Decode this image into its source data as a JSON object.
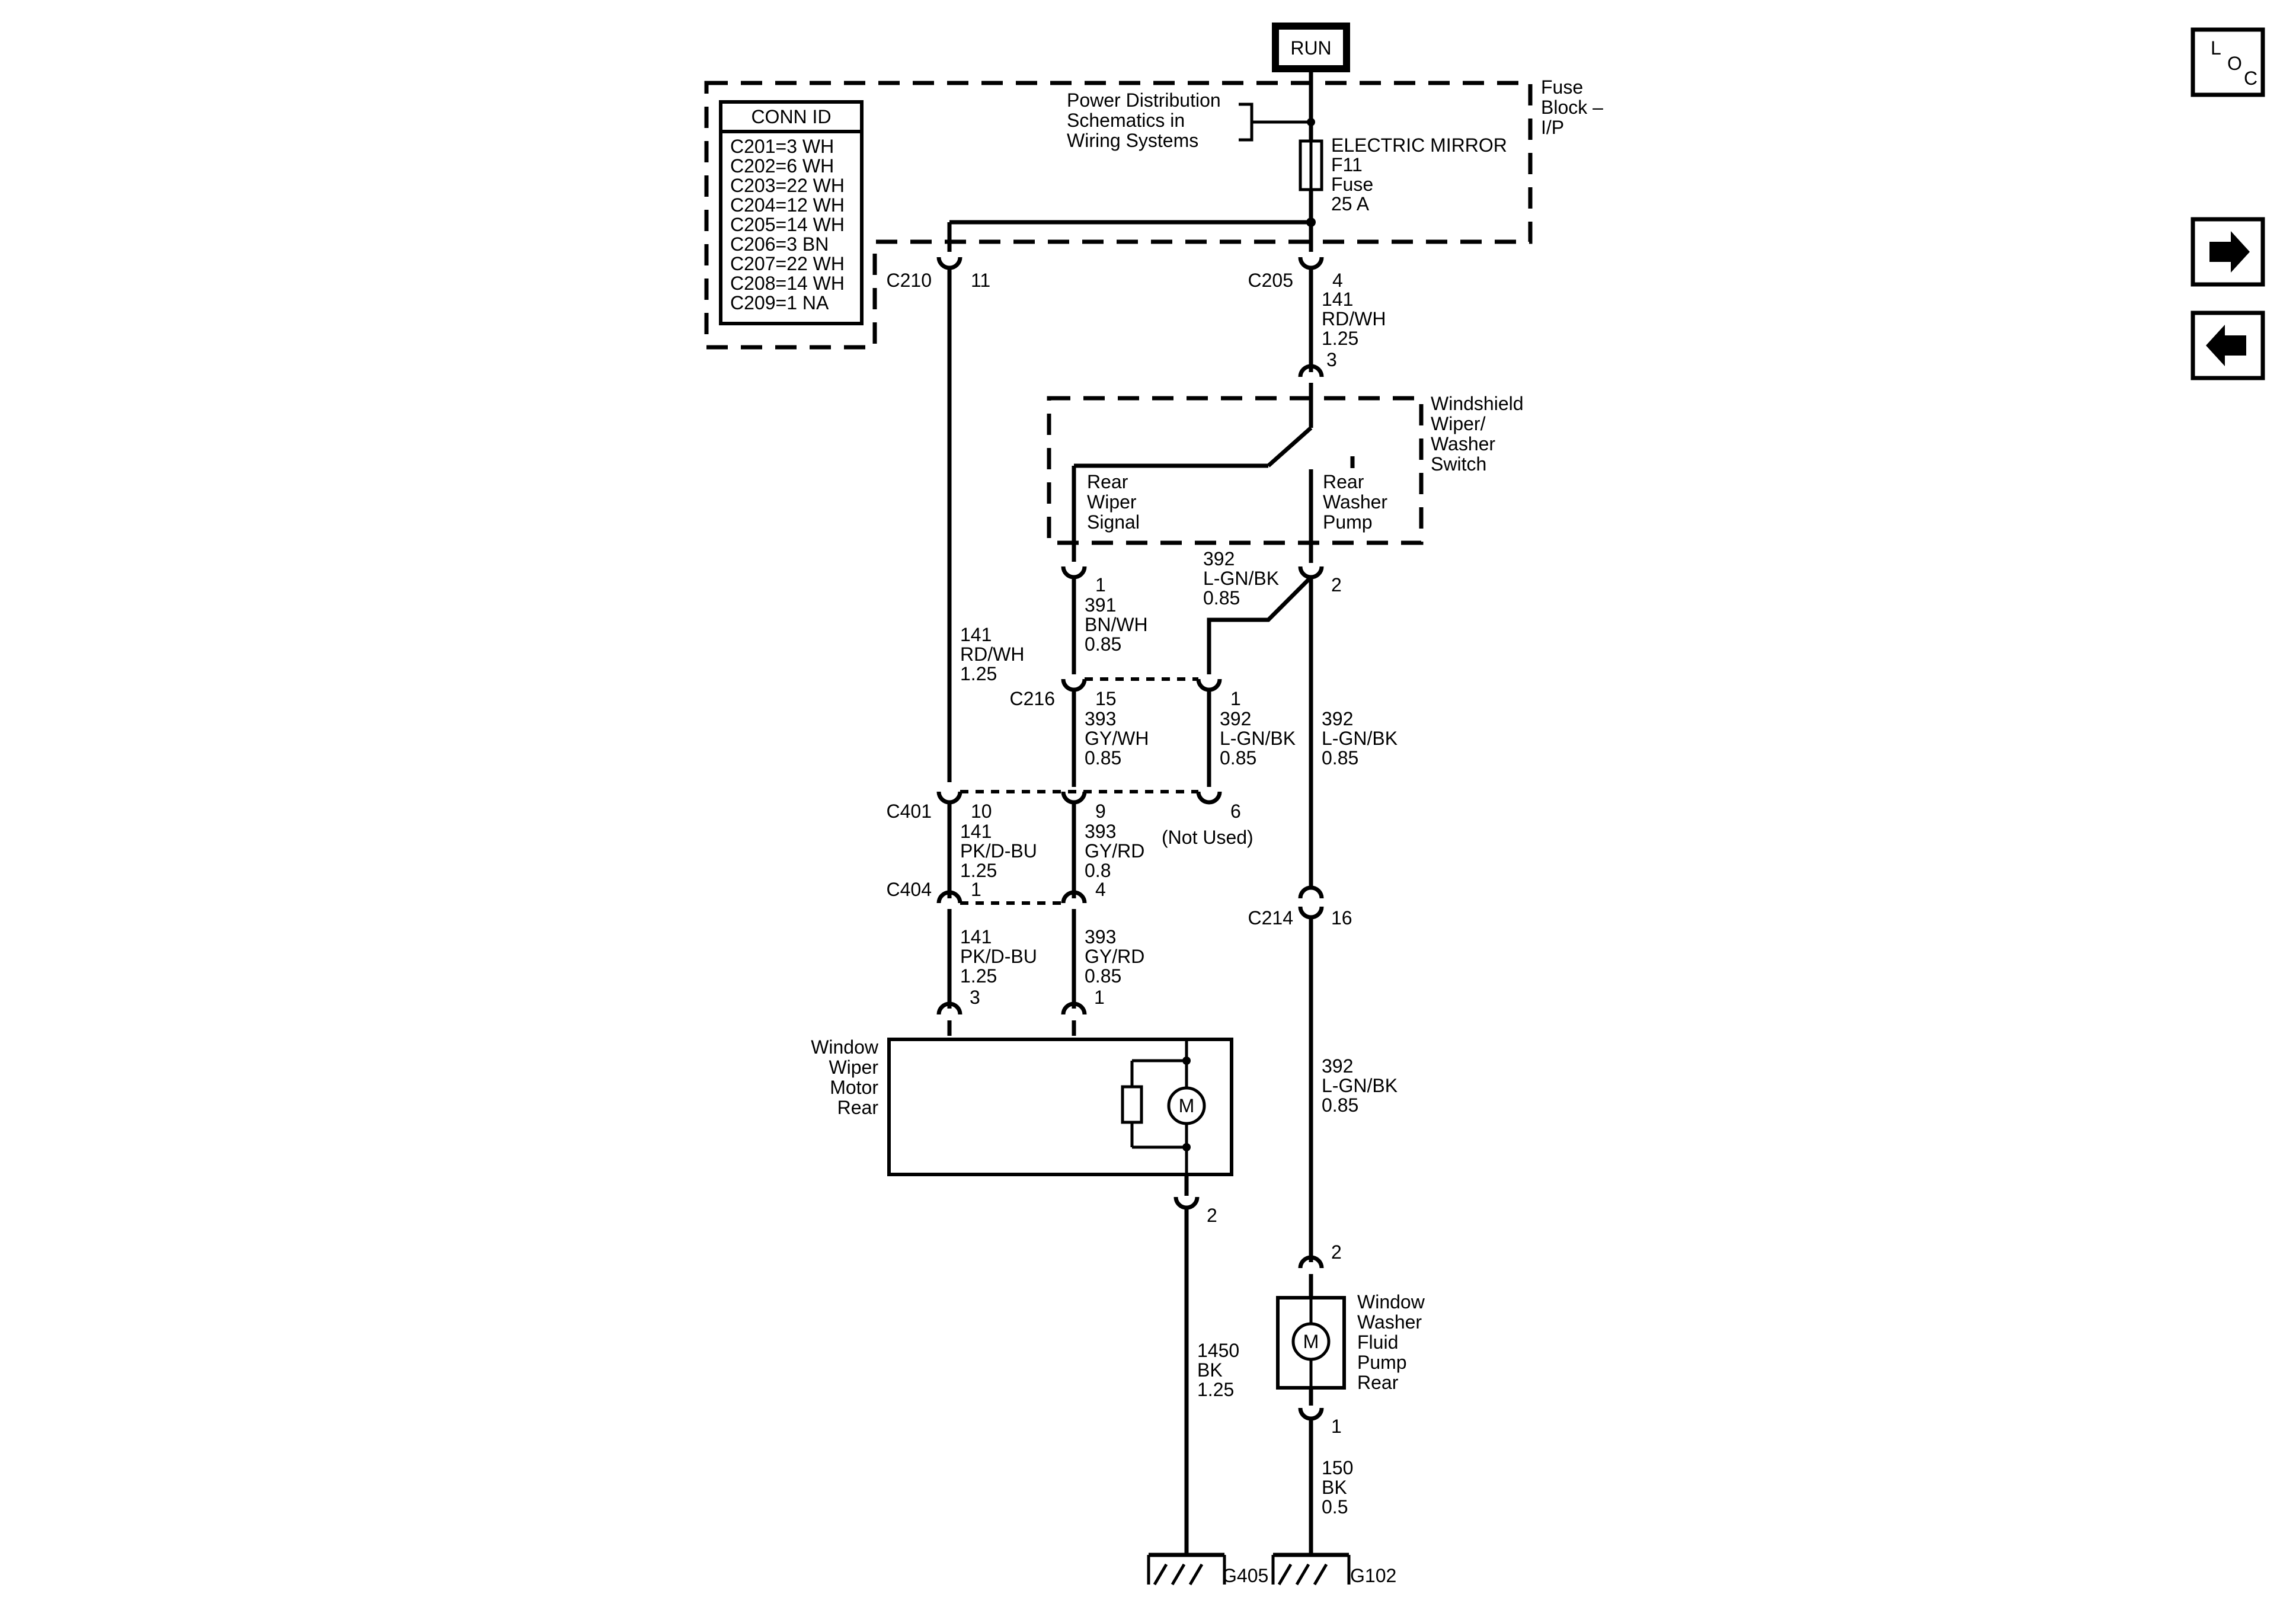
{
  "run_label": "RUN",
  "loc_letters": [
    "L",
    "O",
    "C"
  ],
  "nav": {
    "forward_icon": "arrow-right-icon",
    "back_icon": "arrow-left-icon"
  },
  "conn_id": {
    "title": "CONN ID",
    "items": [
      "C201=3 WH",
      "C202=6 WH",
      "C203=22 WH",
      "C204=12 WH",
      "C205=14 WH",
      "C206=3 BN",
      "C207=22 WH",
      "C208=14 WH",
      "C209=1 NA"
    ]
  },
  "power_distribution_ref": [
    "Power Distribution",
    "Schematics in",
    "Wiring Systems"
  ],
  "fuse_block_label": [
    "Fuse",
    "Block –",
    "I/P"
  ],
  "fuse_label": [
    "ELECTRIC MIRROR",
    "F11",
    "Fuse",
    "25 A"
  ],
  "switch": {
    "name": [
      "Windshield",
      "Wiper/",
      "Washer",
      "Switch"
    ],
    "rear_wiper_signal": [
      "Rear",
      "Wiper",
      "Signal"
    ],
    "rear_washer_pump": [
      "Rear",
      "Washer",
      "Pump"
    ]
  },
  "connectors": {
    "c210": "C210",
    "c210_pin": "11",
    "c205": "C205",
    "c205_pin": "4",
    "switch_in_pin": "3",
    "switch_pin1": "1",
    "switch_pin2": "2",
    "c216": "C216",
    "c216_pin15": "15",
    "c216_pin1": "1",
    "c401": "C401",
    "c401_pin10": "10",
    "c401_pin9": "9",
    "c401_pin6": "6",
    "not_used": "(Not Used)",
    "c404": "C404",
    "c404_pin1": "1",
    "c404_pin4": "4",
    "c214": "C214",
    "c214_pin": "16",
    "motor_pin3": "3",
    "motor_pin1": "1",
    "motor_pin2": "2",
    "pump_pin2": "2",
    "pump_pin1": "1"
  },
  "wires": {
    "w_141_rdwh_top": [
      "141",
      "RD/WH",
      "1.25"
    ],
    "w_141_rdwh_left": [
      "141",
      "RD/WH",
      "1.25"
    ],
    "w_391": [
      "391",
      "BN/WH",
      "0.85"
    ],
    "w_392_top": [
      "392",
      "L-GN/BK",
      "0.85"
    ],
    "w_393_gywh": [
      "393",
      "GY/WH",
      "0.85"
    ],
    "w_392_mid": [
      "392",
      "L-GN/BK",
      "0.85"
    ],
    "w_392_right": [
      "392",
      "L-GN/BK",
      "0.85"
    ],
    "w_141_pkdbu_a": [
      "141",
      "PK/D-BU",
      "1.25"
    ],
    "w_393_gyrd_a": [
      "393",
      "GY/RD",
      "0.8"
    ],
    "w_141_pkdbu_b": [
      "141",
      "PK/D-BU",
      "1.25"
    ],
    "w_393_gyrd_b": [
      "393",
      "GY/RD",
      "0.85"
    ],
    "w_392_low": [
      "392",
      "L-GN/BK",
      "0.85"
    ],
    "w_1450": [
      "1450",
      "BK",
      "1.25"
    ],
    "w_150": [
      "150",
      "BK",
      "0.5"
    ]
  },
  "motor_label": [
    "Window",
    "Wiper",
    "Motor",
    "Rear"
  ],
  "pump_label": [
    "Window",
    "Washer",
    "Fluid",
    "Pump",
    "Rear"
  ],
  "motor_symbol": "M",
  "grounds": {
    "g405": "G405",
    "g102": "G102"
  }
}
